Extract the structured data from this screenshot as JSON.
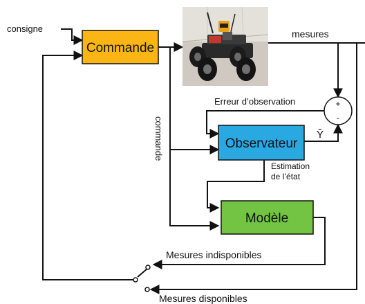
{
  "blocks": {
    "commande": "Commande",
    "observateur": "Observateur",
    "modele": "Modèle"
  },
  "labels": {
    "consigne": "consigne",
    "mesures": "mesures",
    "erreur_observation": "Erreur d’observation",
    "commande_vertical": "commande",
    "estimation_line1": "Estimation",
    "estimation_line2": "de l’état",
    "y_hat": "Ŷ",
    "mesures_indisponibles": "Mesures indisponibles",
    "mesures_disponibles": "Mesures disponibles"
  },
  "comparator": {
    "plus": "+",
    "minus": "-"
  },
  "colors": {
    "commande_fill": "#fbb515",
    "observateur_fill": "#2aa8e2",
    "modele_fill": "#72c442",
    "stroke": "#111111"
  },
  "image": {
    "subject": "wheeled-robot-photo"
  }
}
